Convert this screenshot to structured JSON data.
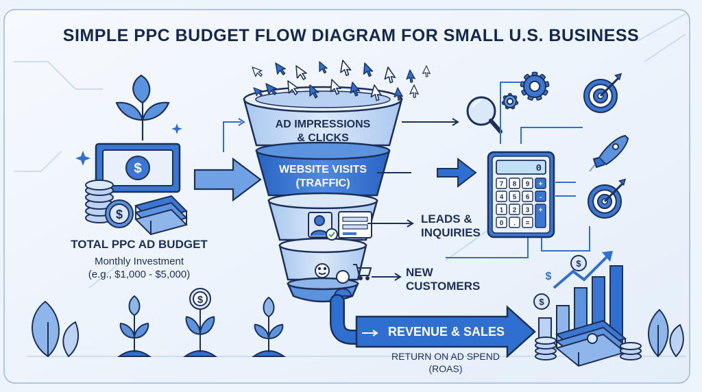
{
  "title": "SIMPLE PPC BUDGET FLOW DIAGRAM FOR SMALL U.S. BUSINESS",
  "budget": {
    "title": "TOTAL PPC AD BUDGET",
    "subtitle": "Monthly Investment",
    "range": "(e.g., $1,000 - $5,000)"
  },
  "funnel": {
    "stage1_line1": "AD IMPRESSIONS",
    "stage1_line2": "& CLICKS",
    "stage2_line1": "WEBSITE VISITS",
    "stage2_line2": "(TRAFFIC)"
  },
  "outputs": {
    "leads_line1": "LEADS &",
    "leads_line2": "INQUIRIES",
    "customers_line1": "NEW",
    "customers_line2": "CUSTOMERS",
    "revenue": "REVENUE & SALES",
    "roas_line1": "RETURN ON AD SPEND",
    "roas_line2": "(ROAS)"
  },
  "calculator_display": "0",
  "calculator_keys": [
    "7",
    "8",
    "9",
    "+",
    "4",
    "5",
    "6",
    "-",
    "1",
    "2",
    "3",
    "+",
    "0",
    ".",
    "=",
    ""
  ],
  "colors": {
    "accent": "#2f6fcf",
    "dark": "#1c2f57",
    "light_blue": "#cfe0f6",
    "mid_blue": "#6fa1e4",
    "background": "#eef4fb"
  },
  "icons": [
    "plant-icon",
    "money-bill-icon",
    "coin-stack-icon",
    "cash-bundle-icon",
    "cursor-icon",
    "magnifier-icon",
    "gear-icon",
    "target-icon",
    "rocket-icon",
    "calculator-icon",
    "user-check-icon",
    "smiley-icon",
    "cart-icon",
    "person-icon",
    "bar-chart-icon",
    "dollar-coin-icon",
    "growth-arrow-icon"
  ]
}
